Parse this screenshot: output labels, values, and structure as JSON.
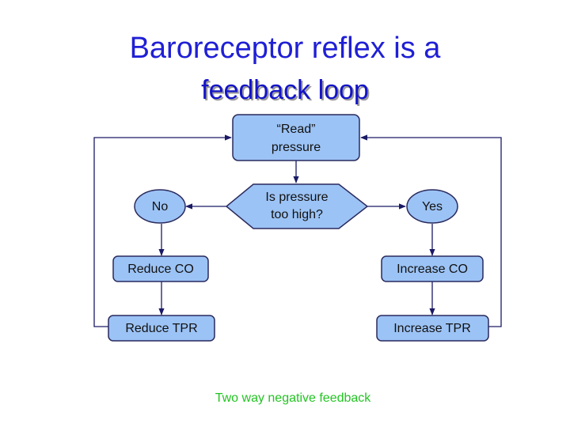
{
  "title": {
    "line1": "Baroreceptor reflex is a",
    "line2": "feedback loop"
  },
  "nodes": {
    "read_pressure": {
      "line1": "“Read”",
      "line2": "pressure"
    },
    "decision": {
      "line1": "Is pressure",
      "line2": "too high?"
    },
    "no": {
      "label": "No"
    },
    "yes": {
      "label": "Yes"
    },
    "reduce_co": {
      "label": "Reduce CO"
    },
    "increase_co": {
      "label": "Increase CO"
    },
    "reduce_tpr": {
      "label": "Reduce TPR"
    },
    "increase_tpr": {
      "label": "Increase TPR"
    }
  },
  "caption": "Two way negative feedback",
  "colors": {
    "title": "#1f1fd6",
    "node_fill": "#9cc3f5",
    "node_stroke": "#2a2a5e",
    "edge": "#1a1a66",
    "caption": "#22c422"
  }
}
